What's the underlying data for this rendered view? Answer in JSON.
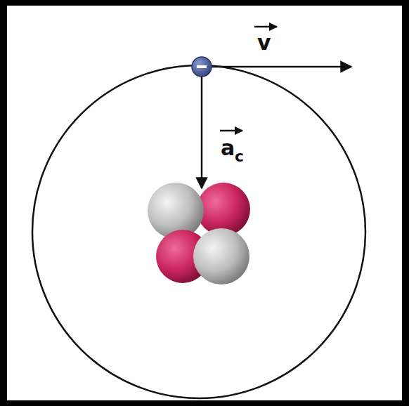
{
  "diagram": {
    "labels": [
      "v",
      "a",
      "c"
    ]
  }
}
